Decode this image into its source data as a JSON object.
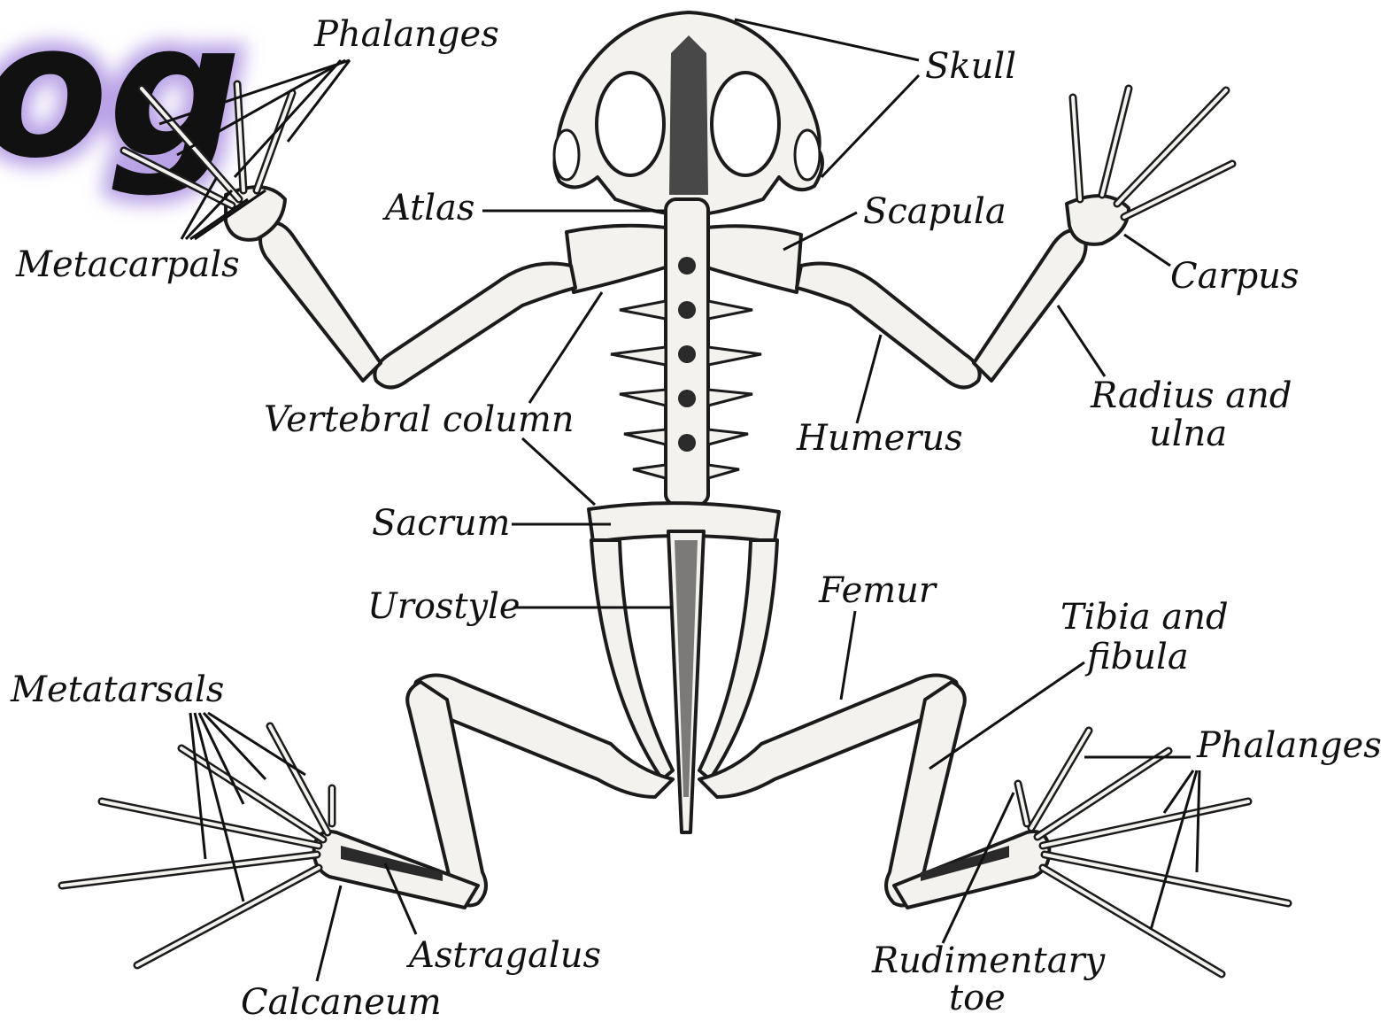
{
  "title_fragment": "og",
  "labels": {
    "phalanges_top": "Phalanges",
    "skull": "Skull",
    "metacarpals": "Metacarpals",
    "atlas": "Atlas",
    "scapula": "Scapula",
    "carpus": "Carpus",
    "radius_ulna_1": "Radius and",
    "radius_ulna_2": "ulna",
    "vertebral_column": "Vertebral column",
    "humerus": "Humerus",
    "sacrum": "Sacrum",
    "urostyle": "Urostyle",
    "femur": "Femur",
    "tibia_fibula_1": "Tibia and",
    "tibia_fibula_2": "fibula",
    "metatarsals": "Metatarsals",
    "phalanges_bottom": "Phalanges",
    "astragalus": "Astragalus",
    "calcaneum": "Calcaneum",
    "rudimentary_toe_1": "Rudimentary",
    "rudimentary_toe_2": "toe"
  },
  "colors": {
    "ink": "#111111",
    "bone": "#f4f2ee",
    "title_glow": "#b9a3e6"
  }
}
